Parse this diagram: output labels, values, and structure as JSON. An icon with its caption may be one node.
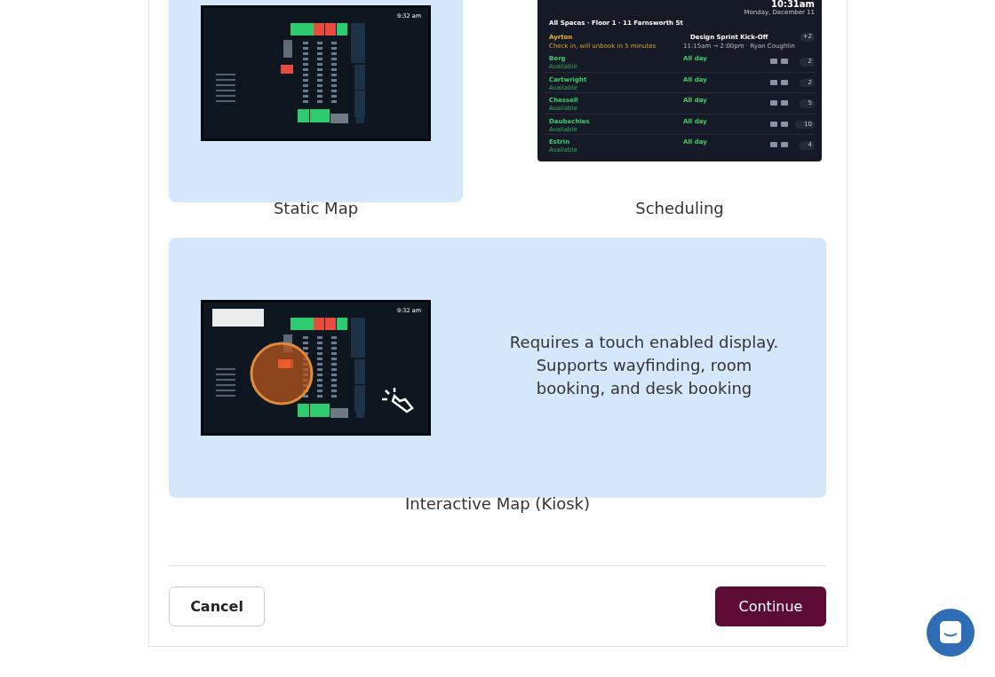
{
  "diagram": {
    "nodes": [
      {
        "text": [
          "Static Map"
        ]
      },
      {
        "text": [
          "Scheduling"
        ]
      },
      {
        "text": [
          "Requires a touch enabled display. Supports wayfinding, room booking, and desk booking",
          "Interactive Map (Kiosk)"
        ]
      }
    ],
    "labels": [
      "10:31am",
      "Monday, December 11",
      "All Spaces · Floor 1 · 11 Farnsworth St",
      "Ayrton",
      "Check in, will unbook in 5 minutes",
      "Design Sprint Kick-Off",
      "11:15am → 2:00pm · Ryan Coughlin",
      "+2",
      "Borg",
      "Available",
      "All day",
      "2",
      "Cartwright",
      "Available",
      "All day",
      "2",
      "Chessell",
      "Available",
      "All day",
      "5",
      "Daubechies",
      "Available",
      "All day",
      "10",
      "Estrin",
      "Available",
      "All day",
      "4",
      "9:32 am",
      "9:32 am",
      "Cancel",
      "Continue"
    ]
  }
}
